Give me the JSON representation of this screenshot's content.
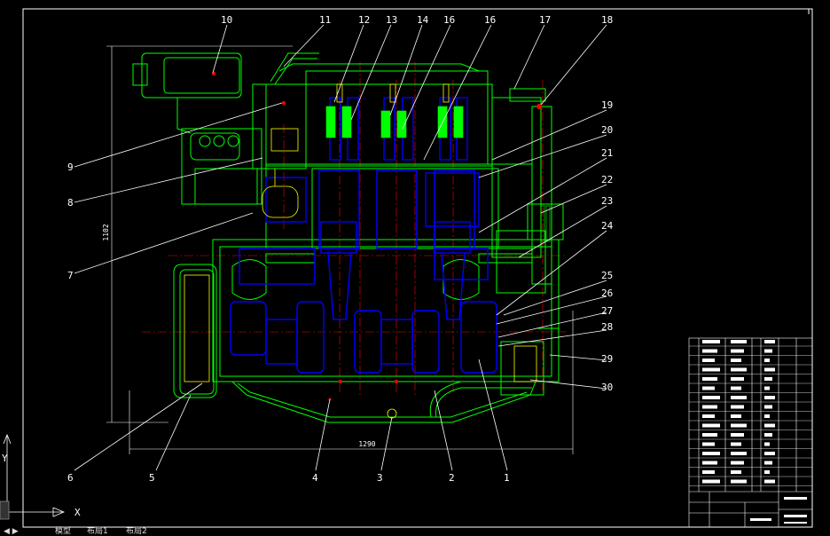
{
  "callouts": {
    "n1": "1",
    "n2": "2",
    "n3": "3",
    "n4": "4",
    "n5": "5",
    "n6": "6",
    "n7": "7",
    "n8": "8",
    "n9": "9",
    "n10": "10",
    "n11": "11",
    "n12": "12",
    "n13": "13",
    "n14": "14",
    "n15": "16",
    "n16": "16",
    "n17": "17",
    "n18": "18",
    "n19": "19",
    "n20": "20",
    "n21": "21",
    "n22": "22",
    "n23": "23",
    "n24": "24",
    "n25": "25",
    "n26": "26",
    "n27": "27",
    "n28": "28",
    "n29": "29",
    "n30": "30"
  },
  "dimensions": {
    "height": "1102",
    "width": "1290"
  },
  "ucs": {
    "x_label": "X",
    "y_label": "Y"
  },
  "layout_tabs": {
    "model": "模型",
    "layout1": "布局1",
    "layout2": "布局2"
  },
  "colors": {
    "background": "#000000",
    "green": "#00ff00",
    "blue": "#0000ff",
    "red": "#ff0000",
    "yellow": "#ffff00",
    "white": "#ffffff"
  }
}
